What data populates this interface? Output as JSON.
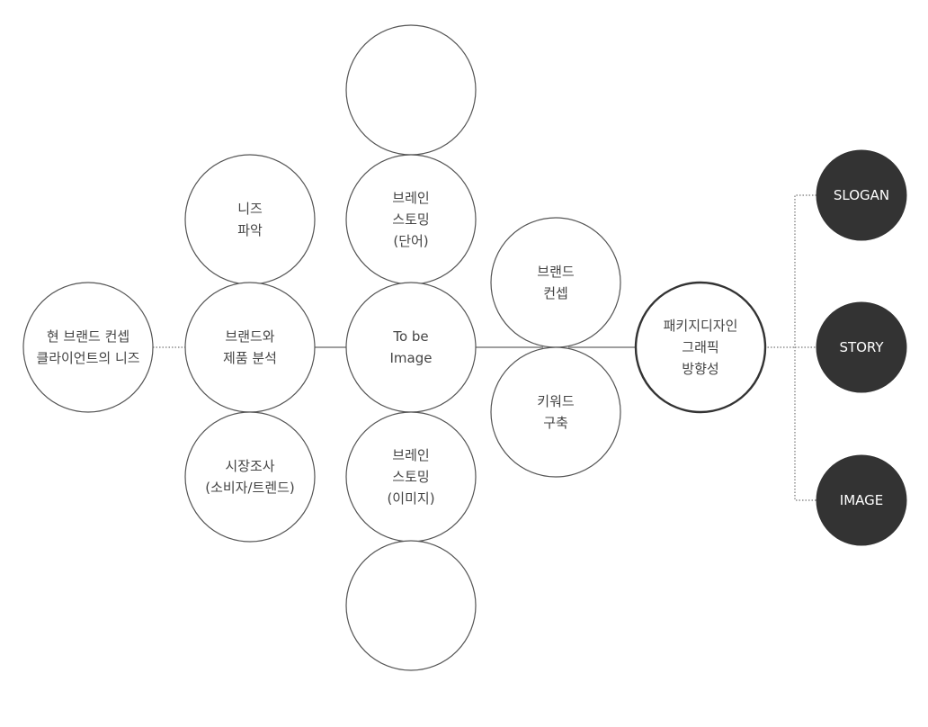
{
  "nodes": {
    "current_brand": {
      "lines": [
        "현 브랜드 컨셉",
        "클라이언트의 니즈"
      ]
    },
    "needs": {
      "lines": [
        "니즈",
        "파악"
      ]
    },
    "brand_product": {
      "lines": [
        "브랜드와",
        "제품 분석"
      ]
    },
    "market_research": {
      "lines": [
        "시장조사",
        "(소비자/트렌드)"
      ]
    },
    "empty_top": {
      "lines": []
    },
    "brainstorm_word": {
      "lines": [
        "브레인",
        "스토밍",
        "(단어)"
      ]
    },
    "to_be_image": {
      "lines": [
        "To be",
        "Image"
      ]
    },
    "brainstorm_image": {
      "lines": [
        "브레인",
        "스토밍",
        "(이미지)"
      ]
    },
    "empty_bottom": {
      "lines": []
    },
    "brand_concept": {
      "lines": [
        "브랜드",
        "컨셉"
      ]
    },
    "keyword": {
      "lines": [
        "키워드",
        "구축"
      ]
    },
    "package_design": {
      "lines": [
        "패키지디자인",
        "그래픽",
        "방향성"
      ]
    },
    "slogan": {
      "lines": [
        "SLOGAN"
      ]
    },
    "story": {
      "lines": [
        "STORY"
      ]
    },
    "image": {
      "lines": [
        "IMAGE"
      ]
    }
  },
  "colors": {
    "stroke": "#555555",
    "text": "#444444",
    "dark_fill": "#333333",
    "light_text": "#ffffff"
  }
}
